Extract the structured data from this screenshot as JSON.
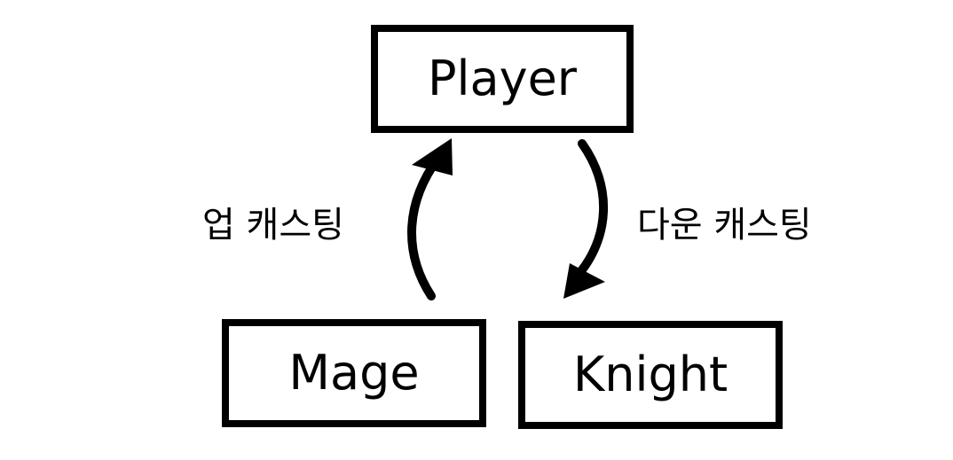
{
  "nodes": {
    "player": "Player",
    "mage": "Mage",
    "knight": "Knight"
  },
  "edges": {
    "upcast_label": "업 캐스팅",
    "downcast_label": "다운 캐스팅"
  },
  "colors": {
    "stroke": "#000000",
    "background": "#ffffff"
  }
}
